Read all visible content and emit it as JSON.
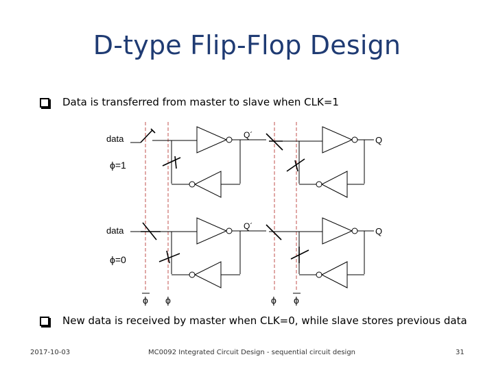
{
  "title": "D-type Flip-Flop Design",
  "bullets": [
    "Data is transferred from master to slave when CLK=1",
    "New data is received by master when CLK=0, while slave stores previous data"
  ],
  "diagram": {
    "top": {
      "input_label": "data",
      "mid_label": "Q´",
      "output_label": "Q",
      "clock_label": "ϕ=1"
    },
    "bottom": {
      "input_label": "data",
      "mid_label": "Q´",
      "output_label": "Q",
      "clock_label": "ϕ=0"
    },
    "phase_labels": [
      "ϕ",
      "ϕ",
      "ϕ",
      "ϕ"
    ]
  },
  "footer": {
    "date": "2017-10-03",
    "course": "MC0092 Integrated Circuit Design - sequential circuit design",
    "page": "31"
  }
}
